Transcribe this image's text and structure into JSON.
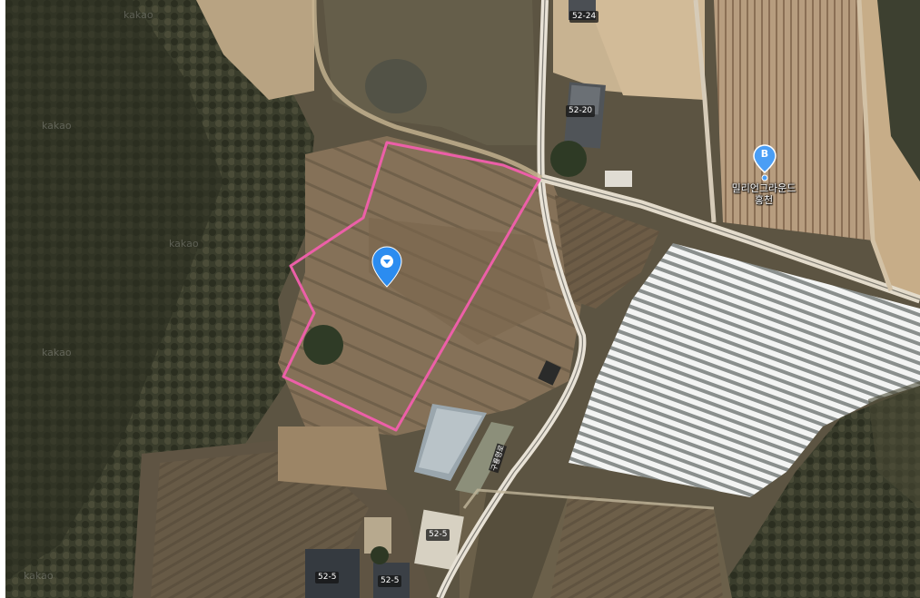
{
  "map": {
    "watermark": "kakao",
    "address_labels": [
      {
        "id": "52-24",
        "text": "52-24"
      },
      {
        "id": "52-20",
        "text": "52-20"
      },
      {
        "id": "52-5-a",
        "text": "52-5"
      },
      {
        "id": "52-5-b",
        "text": "52-5"
      },
      {
        "id": "52-5-c",
        "text": "52-5"
      }
    ],
    "place": {
      "badge": "B",
      "name_line1": "밀리언그라운드",
      "name_line2": "홍천"
    },
    "road_label": "구룡령로",
    "parcel_outline_color": "#ec5fa8",
    "marker_color": "#2b8cf0"
  }
}
